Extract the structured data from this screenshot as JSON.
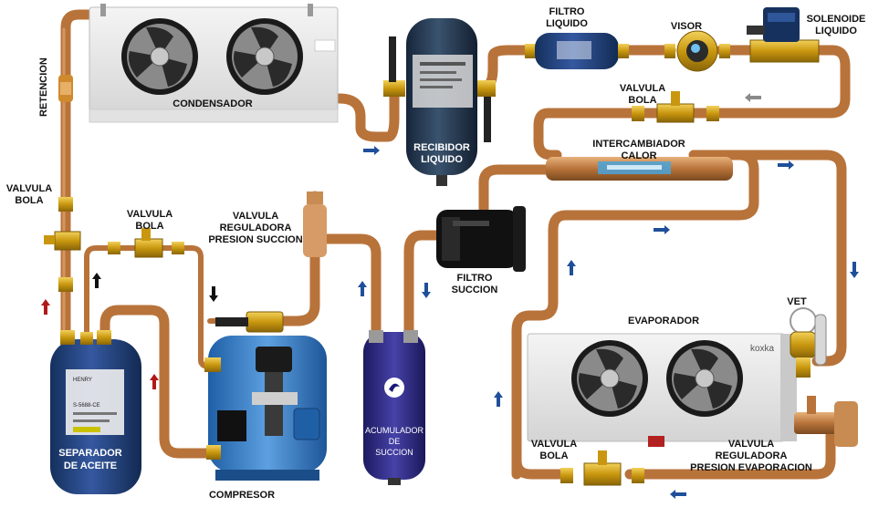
{
  "labels": {
    "retencion": "RETENCION",
    "condensador": "CONDENSADOR",
    "recibidor": [
      "RECIBIDOR",
      "LIQUIDO"
    ],
    "filtro_liquido": [
      "FILTRO",
      "LIQUIDO"
    ],
    "visor": "VISOR",
    "solenoide": [
      "SOLENOIDE",
      "LIQUIDO"
    ],
    "valvula_bola_top": [
      "VALVULA",
      "BOLA"
    ],
    "intercambiador": [
      "INTERCAMBIADOR",
      "CALOR"
    ],
    "valvula_bola_left": [
      "VALVULA",
      "BOLA"
    ],
    "valvula_bola_mid": [
      "VALVULA",
      "BOLA"
    ],
    "valvula_reguladora_succion": [
      "VALVULA",
      "REGULADORA",
      "PRESION SUCCION"
    ],
    "filtro_succion": [
      "FILTRO",
      "SUCCION"
    ],
    "vet": "VET",
    "evaporador": "EVAPORADOR",
    "separador": [
      "SEPARADOR",
      "DE ACEITE"
    ],
    "compresor": "COMPRESOR",
    "acumulador": [
      "ACUMULADOR",
      "DE",
      "SUCCION"
    ],
    "valvula_bola_bottom": [
      "VALVULA",
      "BOLA"
    ],
    "valvula_reguladora_evap": [
      "VALVULA",
      "REGULADORA",
      "PRESION EVAPORACION"
    ]
  },
  "brand_text": {
    "evaporator_brand": "koxka",
    "separator_brand": "HENRY",
    "separator_model": "S-5688-CE"
  },
  "colors": {
    "copper": "#b8733a",
    "brass": "#d4a017",
    "tank_navy": "#1f3f73",
    "receiver_dark": "#23384f",
    "compressor_blue": "#3d82cc",
    "accumulator_purple": "#2e2a86",
    "arrow_blue": "#1f4f9a",
    "arrow_red": "#b01919"
  }
}
